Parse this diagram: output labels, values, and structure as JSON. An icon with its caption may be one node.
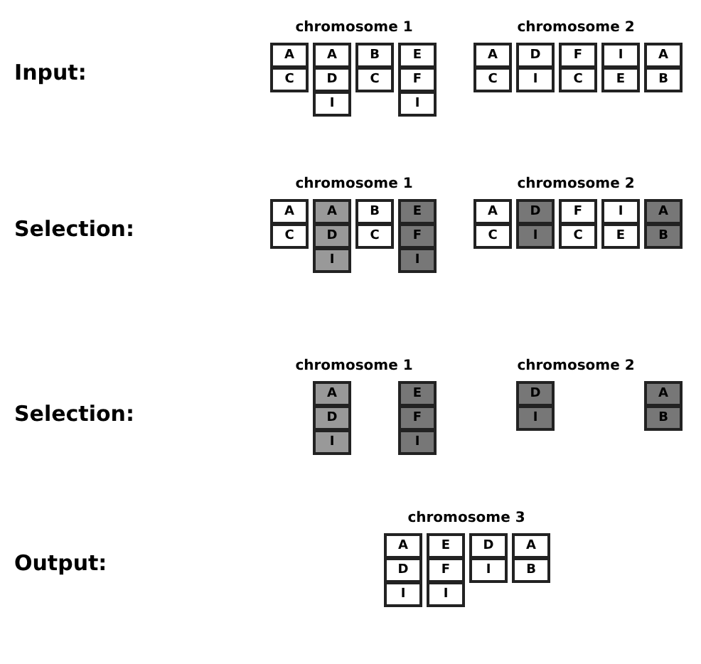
{
  "diagram": {
    "nodes": [
      {
        "text": [
          "A"
        ]
      },
      {
        "text": [
          "C"
        ]
      },
      {
        "text": [
          "A"
        ]
      },
      {
        "text": [
          "D"
        ]
      },
      {
        "text": [
          "I"
        ]
      },
      {
        "text": [
          "B"
        ]
      },
      {
        "text": [
          "C"
        ]
      },
      {
        "text": [
          "E"
        ]
      },
      {
        "text": [
          "F"
        ]
      },
      {
        "text": [
          "I"
        ]
      },
      {
        "text": [
          "A"
        ]
      },
      {
        "text": [
          "C"
        ]
      },
      {
        "text": [
          "D"
        ]
      },
      {
        "text": [
          "I"
        ]
      },
      {
        "text": [
          "F"
        ]
      },
      {
        "text": [
          "C"
        ]
      },
      {
        "text": [
          "I"
        ]
      },
      {
        "text": [
          "E"
        ]
      },
      {
        "text": [
          "A"
        ]
      },
      {
        "text": [
          "B"
        ]
      },
      {
        "text": [
          "A"
        ]
      },
      {
        "text": [
          "C"
        ]
      },
      {
        "text": [
          "A"
        ]
      },
      {
        "text": [
          "D"
        ]
      },
      {
        "text": [
          "I"
        ]
      },
      {
        "text": [
          "B"
        ]
      },
      {
        "text": [
          "C"
        ]
      },
      {
        "text": [
          "E"
        ]
      },
      {
        "text": [
          "F"
        ]
      },
      {
        "text": [
          "I"
        ]
      },
      {
        "text": [
          "A"
        ]
      },
      {
        "text": [
          "C"
        ]
      },
      {
        "text": [
          "D"
        ]
      },
      {
        "text": [
          "I"
        ]
      },
      {
        "text": [
          "F"
        ]
      },
      {
        "text": [
          "C"
        ]
      },
      {
        "text": [
          "I"
        ]
      },
      {
        "text": [
          "E"
        ]
      },
      {
        "text": [
          "A"
        ]
      },
      {
        "text": [
          "B"
        ]
      },
      {
        "text": [
          "A"
        ]
      },
      {
        "text": [
          "D"
        ]
      },
      {
        "text": [
          "I"
        ]
      },
      {
        "text": [
          "E"
        ]
      },
      {
        "text": [
          "F"
        ]
      },
      {
        "text": [
          "I"
        ]
      },
      {
        "text": [
          "D"
        ]
      },
      {
        "text": [
          "I"
        ]
      },
      {
        "text": [
          "A"
        ]
      },
      {
        "text": [
          "B"
        ]
      },
      {
        "text": [
          "A"
        ]
      },
      {
        "text": [
          "D"
        ]
      },
      {
        "text": [
          "I"
        ]
      },
      {
        "text": [
          "E"
        ]
      },
      {
        "text": [
          "F"
        ]
      },
      {
        "text": [
          "I"
        ]
      },
      {
        "text": [
          "D"
        ]
      },
      {
        "text": [
          "I"
        ]
      },
      {
        "text": [
          "A"
        ]
      },
      {
        "text": [
          "B"
        ]
      }
    ],
    "labels": [
      "Input:",
      "chromosome 1",
      "chromosome 2",
      "Selection:",
      "chromosome 1",
      "chromosome 2",
      "Selection:",
      "chromosome 1",
      "chromosome 2",
      "Output:",
      "chromosome 3"
    ]
  }
}
